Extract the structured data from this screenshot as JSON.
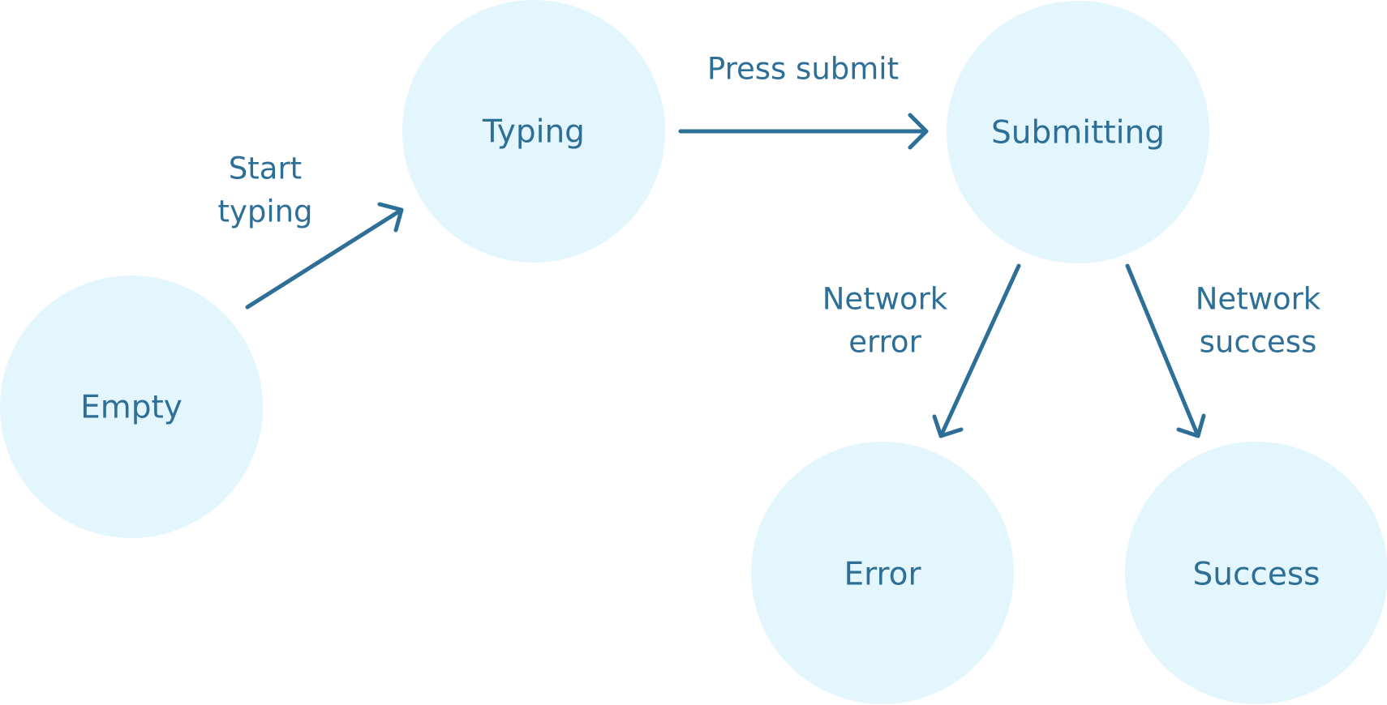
{
  "states": {
    "empty": "Empty",
    "typing": "Typing",
    "submitting": "Submitting",
    "error": "Error",
    "success": "Success"
  },
  "transitions": {
    "start_typing": [
      "Start",
      "typing"
    ],
    "press_submit": [
      "Press submit"
    ],
    "network_error": [
      "Network",
      "error"
    ],
    "network_success": [
      "Network",
      "success"
    ]
  },
  "colors": {
    "node_fill": "#e3f5fd",
    "ink": "#2e6f98"
  }
}
